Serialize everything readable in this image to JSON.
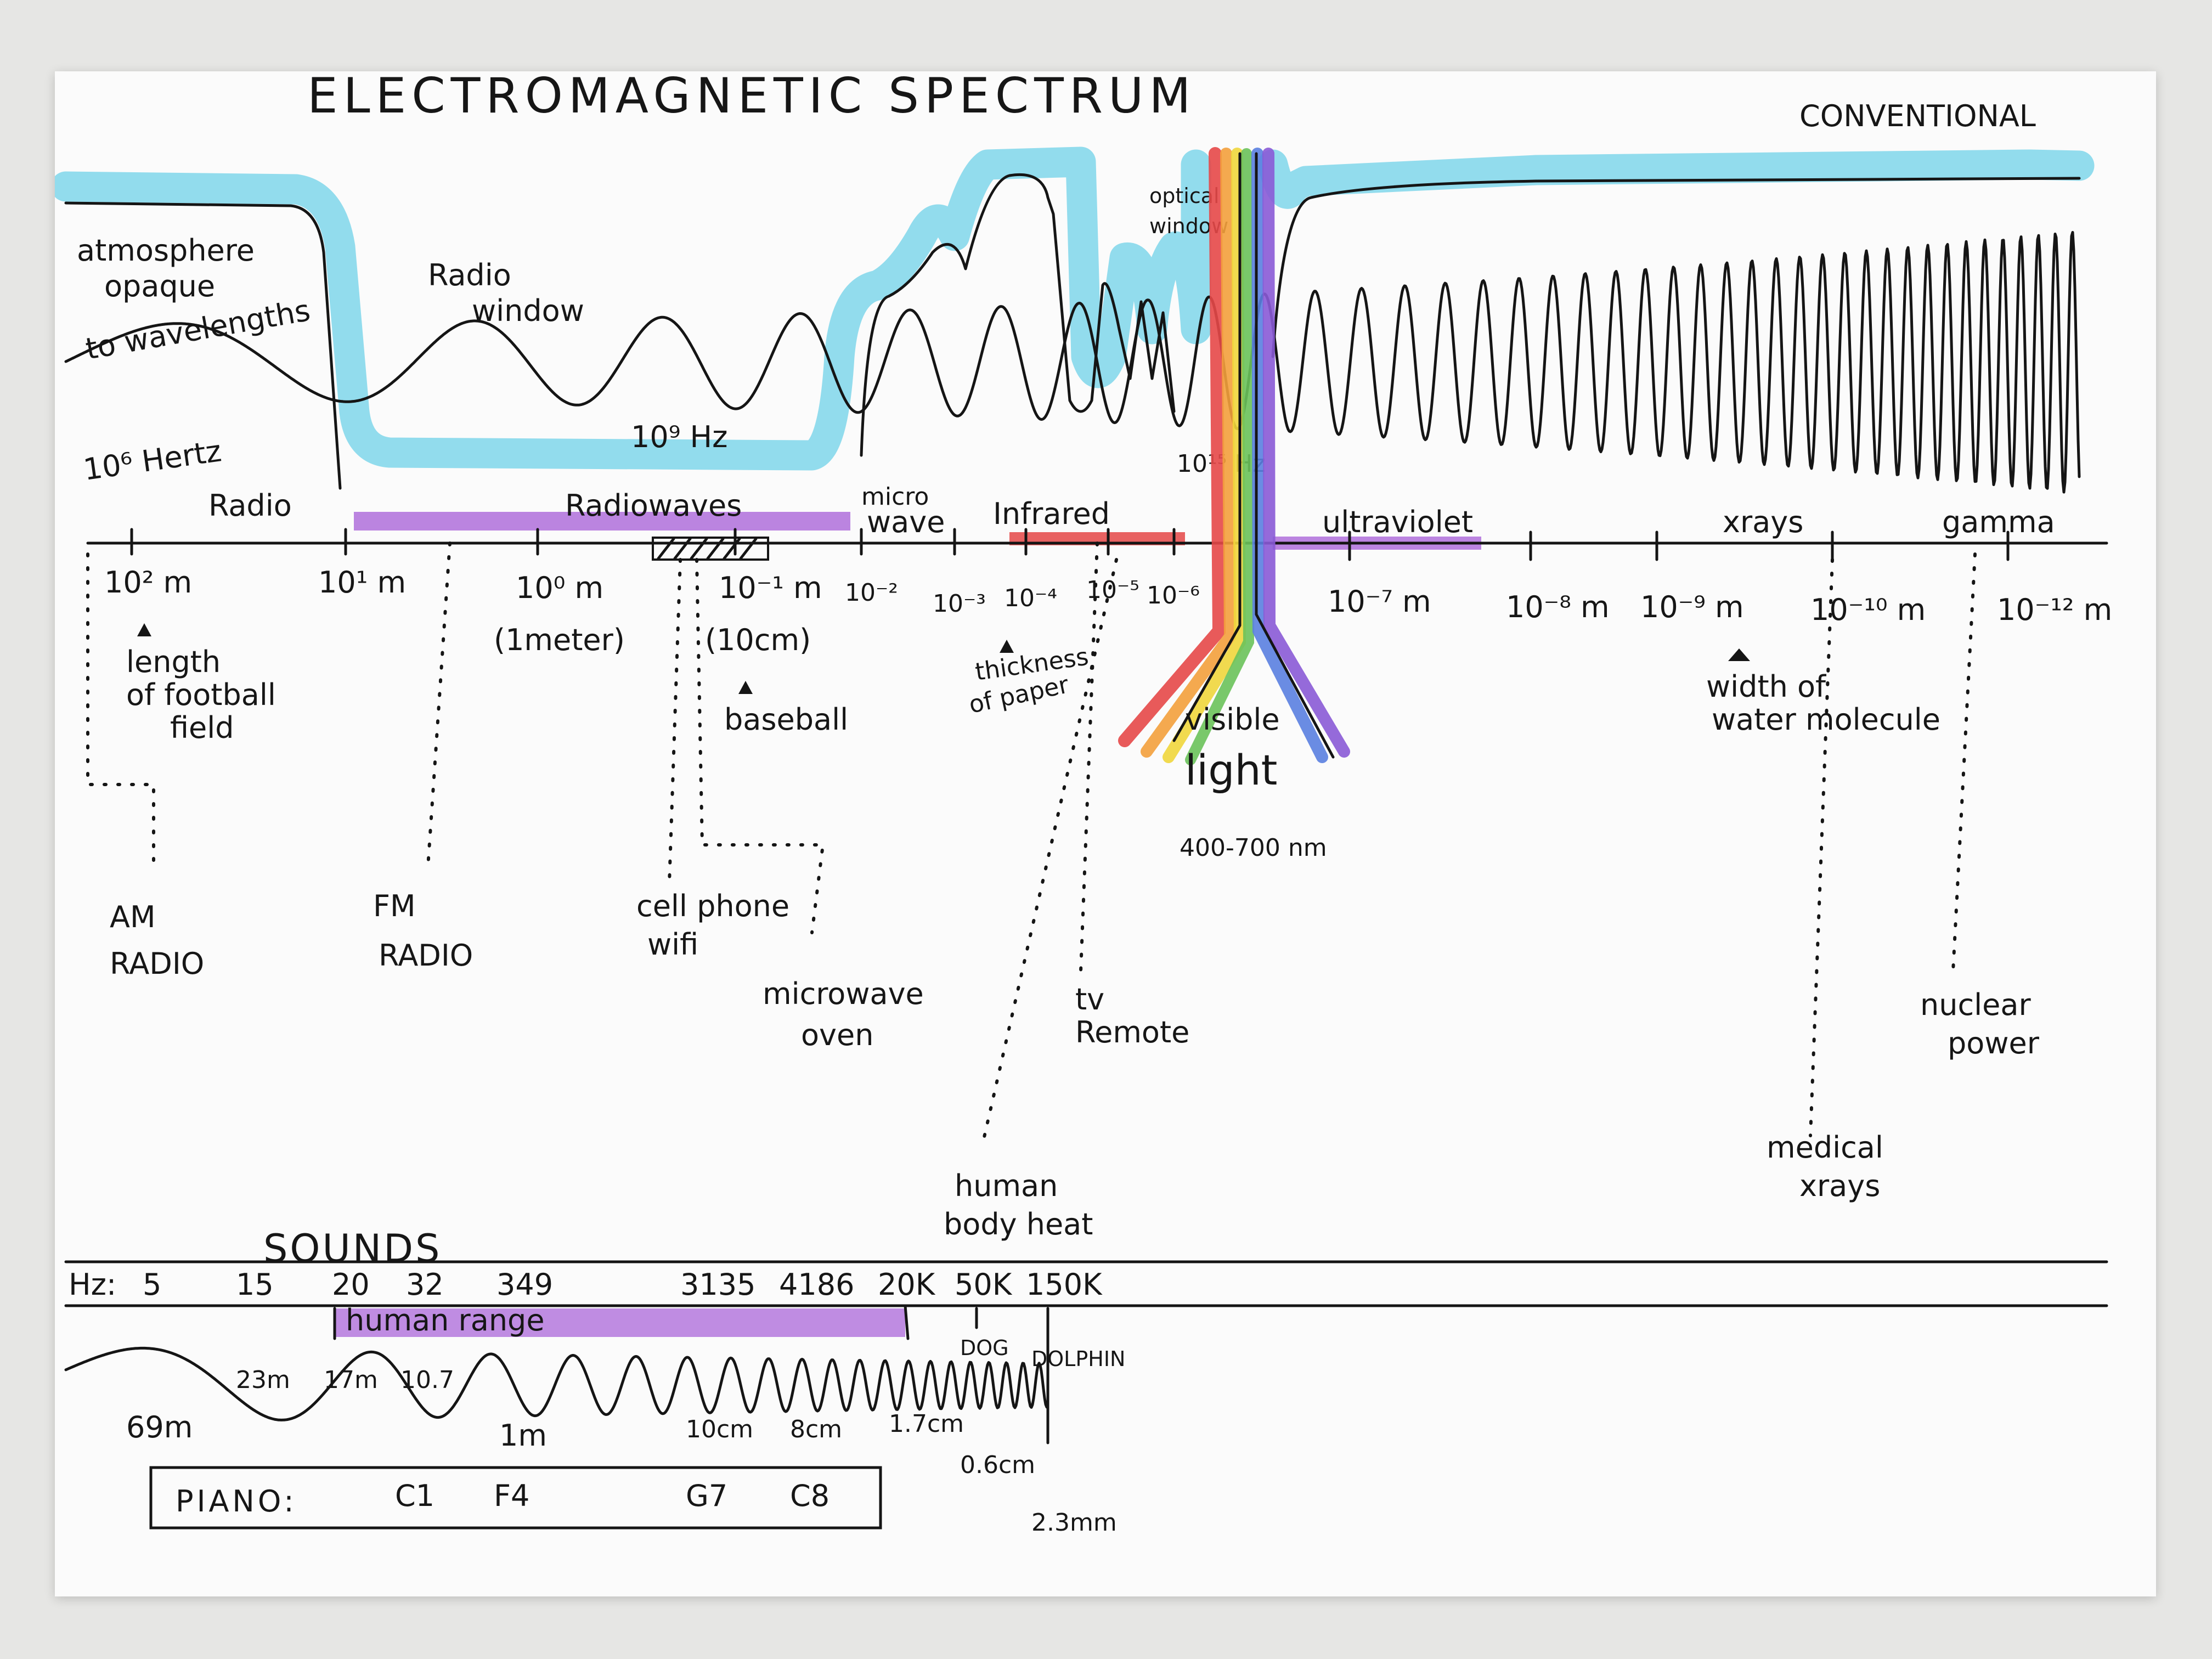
{
  "title": "ELECTROMAGNETIC SPECTRUM",
  "subtitle": "CONVENTIONAL",
  "atmosphere": {
    "opaque_label": [
      "atmosphere",
      "opaque",
      "to wavelengths"
    ],
    "radio_window": [
      "Radio",
      "window"
    ],
    "optical_window": [
      "optical",
      "window"
    ]
  },
  "frequencies": {
    "f6": "10⁶ Hertz",
    "f9": "10⁹ Hz",
    "f15": "10¹⁵ Hz"
  },
  "bands": {
    "radio": "Radio",
    "radiowaves": "Radiowaves",
    "microwave": [
      "micro",
      "wave"
    ],
    "infrared": "Infrared",
    "ultraviolet": "ultraviolet",
    "xrays": "xrays",
    "gamma": "gamma"
  },
  "wavelength_ticks": [
    "10² m",
    "10¹ m",
    "10⁰ m",
    "(1meter)",
    "10⁻¹ m",
    "(10cm)",
    "10⁻²",
    "10⁻³",
    "10⁻⁴",
    "10⁻⁵",
    "10⁻⁶",
    "10⁻⁷ m",
    "10⁻⁸ m",
    "10⁻⁹ m",
    "10⁻¹⁰ m",
    "10⁻¹² m"
  ],
  "scale_examples": {
    "football": [
      "length",
      "of football",
      "field"
    ],
    "baseball": "baseball",
    "paper": [
      "thickness",
      "of paper"
    ],
    "water": [
      "width of",
      "water molecule"
    ]
  },
  "visible": {
    "label": [
      "visible",
      "light"
    ],
    "range": "400-700 nm"
  },
  "applications": {
    "am_radio": [
      "AM",
      "RADIO"
    ],
    "fm_radio": [
      "FM",
      "RADIO"
    ],
    "cellphone": [
      "cell phone",
      "wifi"
    ],
    "microwave_oven": [
      "microwave",
      "oven"
    ],
    "tv_remote": [
      "tv",
      "Remote"
    ],
    "body_heat": [
      "human",
      "body heat"
    ],
    "medical_xrays": [
      "medical",
      "xrays"
    ],
    "nuclear_power": [
      "nuclear",
      "power"
    ]
  },
  "sounds": {
    "title": "SOUNDS",
    "hz_label": "Hz:",
    "frequencies": [
      "5",
      "15",
      "20",
      "32",
      "349",
      "3135",
      "4186",
      "20K",
      "50K",
      "150K"
    ],
    "human_range": "human range",
    "dog": "DOG",
    "dolphin": "DOLPHIN",
    "wavelengths": [
      "69m",
      "23m",
      "17m",
      "10.7",
      "1m",
      "10cm",
      "8cm",
      "1.7cm",
      "0.6cm",
      "2.3mm"
    ],
    "piano_label": "PIANO:",
    "piano_notes": [
      "C1",
      "F4",
      "G7",
      "C8"
    ]
  },
  "colors": {
    "sky": "#7fd6ea",
    "purple": "#b070dc",
    "red": "#e54848",
    "orange": "#f3a03c",
    "yellow": "#efd63c",
    "green": "#6ac25a",
    "blue": "#5a7fe0",
    "violet": "#8a5ad6",
    "ink": "#151515"
  }
}
